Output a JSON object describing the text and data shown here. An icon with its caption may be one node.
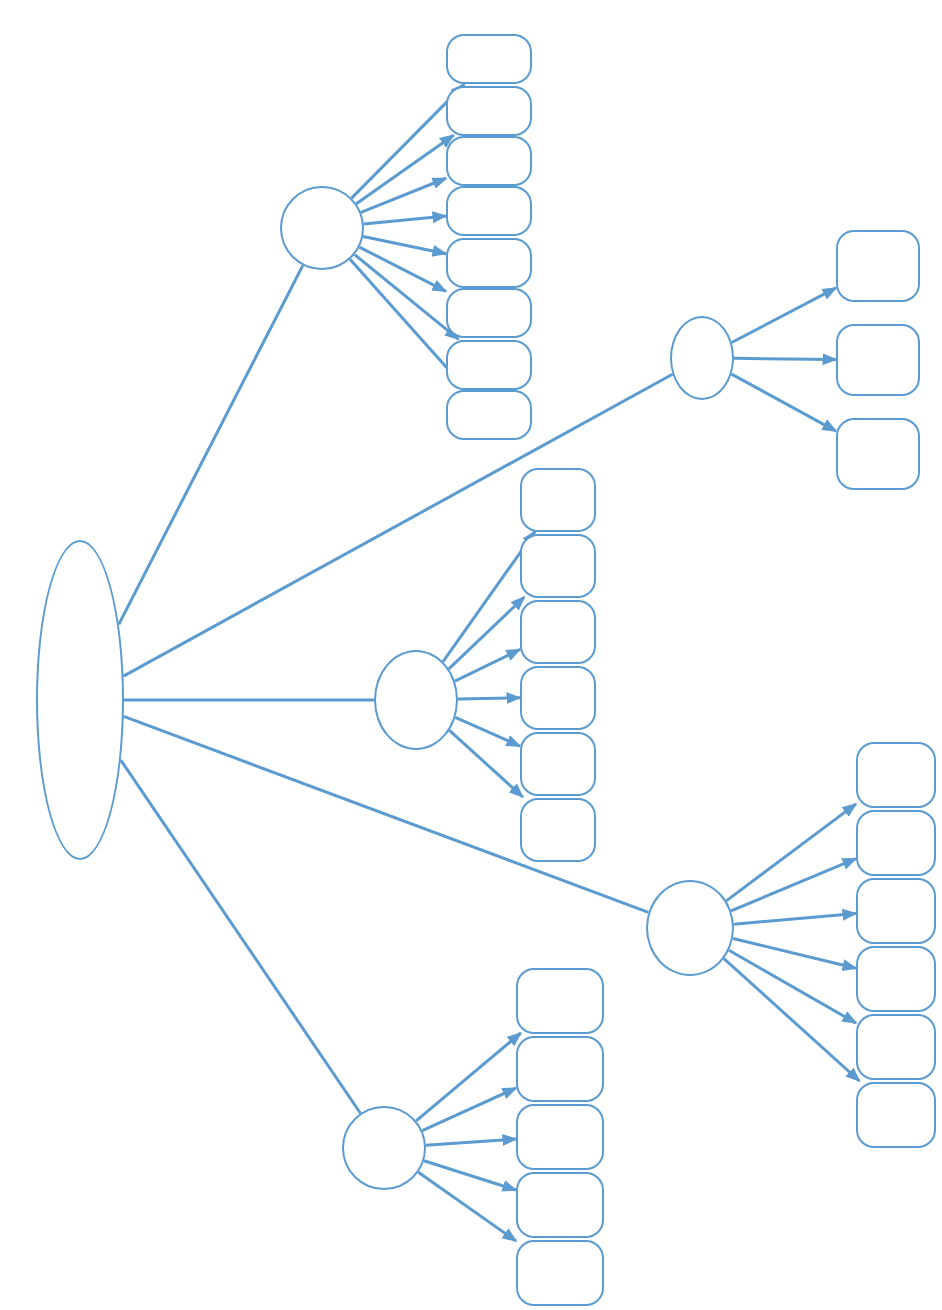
{
  "diagram": {
    "nodes": [
      {
        "text": [],
        "shape": "ellipse"
      },
      {
        "text": [],
        "shape": "circle"
      },
      {
        "text": [],
        "shape": "box"
      },
      {
        "text": [],
        "shape": "box"
      },
      {
        "text": [],
        "shape": "box"
      },
      {
        "text": [],
        "shape": "box"
      },
      {
        "text": [],
        "shape": "box"
      },
      {
        "text": [],
        "shape": "box"
      },
      {
        "text": [],
        "shape": "box"
      },
      {
        "text": [],
        "shape": "box"
      },
      {
        "text": [],
        "shape": "circle"
      },
      {
        "text": [],
        "shape": "box"
      },
      {
        "text": [],
        "shape": "box"
      },
      {
        "text": [],
        "shape": "box"
      },
      {
        "text": [],
        "shape": "box"
      },
      {
        "text": [],
        "shape": "box"
      },
      {
        "text": [],
        "shape": "box"
      },
      {
        "text": [],
        "shape": "circle"
      },
      {
        "text": [],
        "shape": "box"
      },
      {
        "text": [],
        "shape": "box"
      },
      {
        "text": [],
        "shape": "box"
      },
      {
        "text": [],
        "shape": "circle"
      },
      {
        "text": [],
        "shape": "box"
      },
      {
        "text": [],
        "shape": "box"
      },
      {
        "text": [],
        "shape": "box"
      },
      {
        "text": [],
        "shape": "box"
      },
      {
        "text": [],
        "shape": "box"
      },
      {
        "text": [],
        "shape": "box"
      },
      {
        "text": [],
        "shape": "circle"
      },
      {
        "text": [],
        "shape": "box"
      },
      {
        "text": [],
        "shape": "box"
      },
      {
        "text": [],
        "shape": "box"
      },
      {
        "text": [],
        "shape": "box"
      },
      {
        "text": [],
        "shape": "box"
      }
    ],
    "edges": [
      {
        "from": 0,
        "to": 1,
        "arrow": "none"
      },
      {
        "from": 0,
        "to": 10,
        "arrow": "none"
      },
      {
        "from": 0,
        "to": 17,
        "arrow": "none"
      },
      {
        "from": 0,
        "to": 21,
        "arrow": "none"
      },
      {
        "from": 0,
        "to": 28,
        "arrow": "none"
      },
      {
        "from": 1,
        "to": 2,
        "arrow": "to"
      },
      {
        "from": 1,
        "to": 3,
        "arrow": "to"
      },
      {
        "from": 1,
        "to": 4,
        "arrow": "to"
      },
      {
        "from": 1,
        "to": 5,
        "arrow": "to"
      },
      {
        "from": 1,
        "to": 6,
        "arrow": "to"
      },
      {
        "from": 1,
        "to": 7,
        "arrow": "to"
      },
      {
        "from": 1,
        "to": 8,
        "arrow": "to"
      },
      {
        "from": 1,
        "to": 9,
        "arrow": "to"
      },
      {
        "from": 10,
        "to": 11,
        "arrow": "to"
      },
      {
        "from": 10,
        "to": 12,
        "arrow": "to"
      },
      {
        "from": 10,
        "to": 13,
        "arrow": "to"
      },
      {
        "from": 10,
        "to": 14,
        "arrow": "to"
      },
      {
        "from": 10,
        "to": 15,
        "arrow": "to"
      },
      {
        "from": 10,
        "to": 16,
        "arrow": "to"
      },
      {
        "from": 17,
        "to": 18,
        "arrow": "to"
      },
      {
        "from": 17,
        "to": 19,
        "arrow": "to"
      },
      {
        "from": 17,
        "to": 20,
        "arrow": "to"
      },
      {
        "from": 21,
        "to": 22,
        "arrow": "to"
      },
      {
        "from": 21,
        "to": 23,
        "arrow": "to"
      },
      {
        "from": 21,
        "to": 24,
        "arrow": "to"
      },
      {
        "from": 21,
        "to": 25,
        "arrow": "to"
      },
      {
        "from": 21,
        "to": 26,
        "arrow": "to"
      },
      {
        "from": 21,
        "to": 27,
        "arrow": "to"
      },
      {
        "from": 28,
        "to": 29,
        "arrow": "to"
      },
      {
        "from": 28,
        "to": 30,
        "arrow": "to"
      },
      {
        "from": 28,
        "to": 31,
        "arrow": "to"
      },
      {
        "from": 28,
        "to": 32,
        "arrow": "to"
      },
      {
        "from": 28,
        "to": 33,
        "arrow": "to"
      }
    ]
  }
}
